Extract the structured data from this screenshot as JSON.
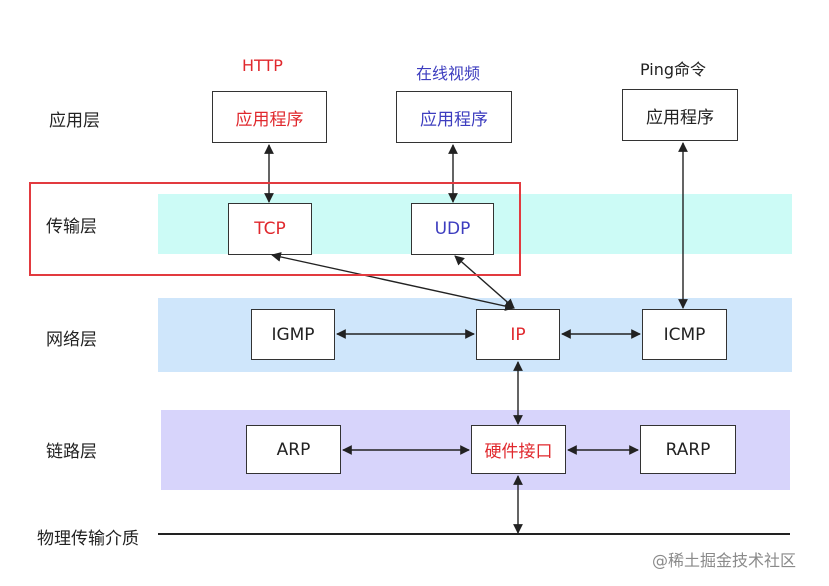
{
  "top_labels": {
    "http": "HTTP",
    "video": "在线视频",
    "ping": "Ping命令"
  },
  "layers": {
    "application": "应用层",
    "transport": "传输层",
    "network": "网络层",
    "link": "链路层",
    "physical": "物理传输介质"
  },
  "boxes": {
    "app_http": "应用程序",
    "app_video": "应用程序",
    "app_ping": "应用程序",
    "tcp": "TCP",
    "udp": "UDP",
    "igmp": "IGMP",
    "ip": "IP",
    "icmp": "ICMP",
    "arp": "ARP",
    "hardware_interface": "硬件接口",
    "rarp": "RARP"
  },
  "watermark": "@稀土掘金技术社区",
  "colors": {
    "accent_red": "#e0282d",
    "accent_blue": "#3d3dbf",
    "transport_band": "#ccfbf6",
    "network_band": "#cfe6fb",
    "link_band": "#d7d4fb",
    "highlight_border": "#e23a3f"
  }
}
